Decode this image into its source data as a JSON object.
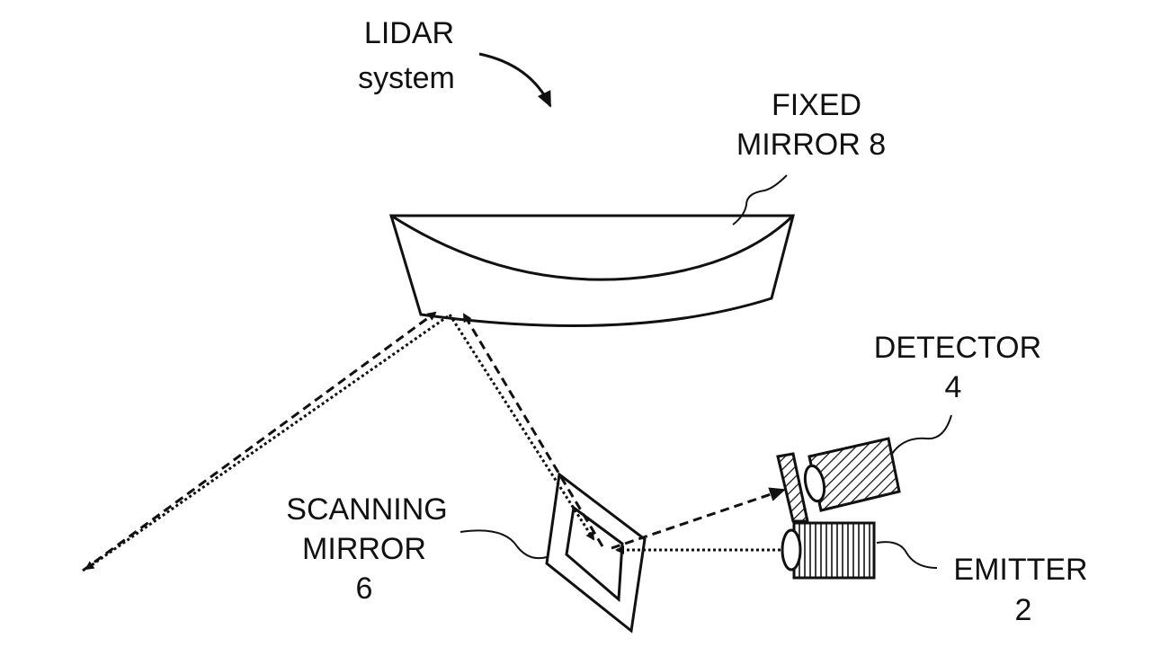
{
  "title": {
    "line1": "LIDAR",
    "line2": "system"
  },
  "labels": {
    "fixed_mirror": {
      "line1": "FIXED",
      "line2": "MIRROR 8"
    },
    "detector": {
      "line1": "DETECTOR",
      "line2": "4"
    },
    "scanning_mirror": {
      "line1": "SCANNING",
      "line2": "MIRROR",
      "line3": "6"
    },
    "emitter": {
      "line1": "EMITTER",
      "line2": "2"
    }
  }
}
